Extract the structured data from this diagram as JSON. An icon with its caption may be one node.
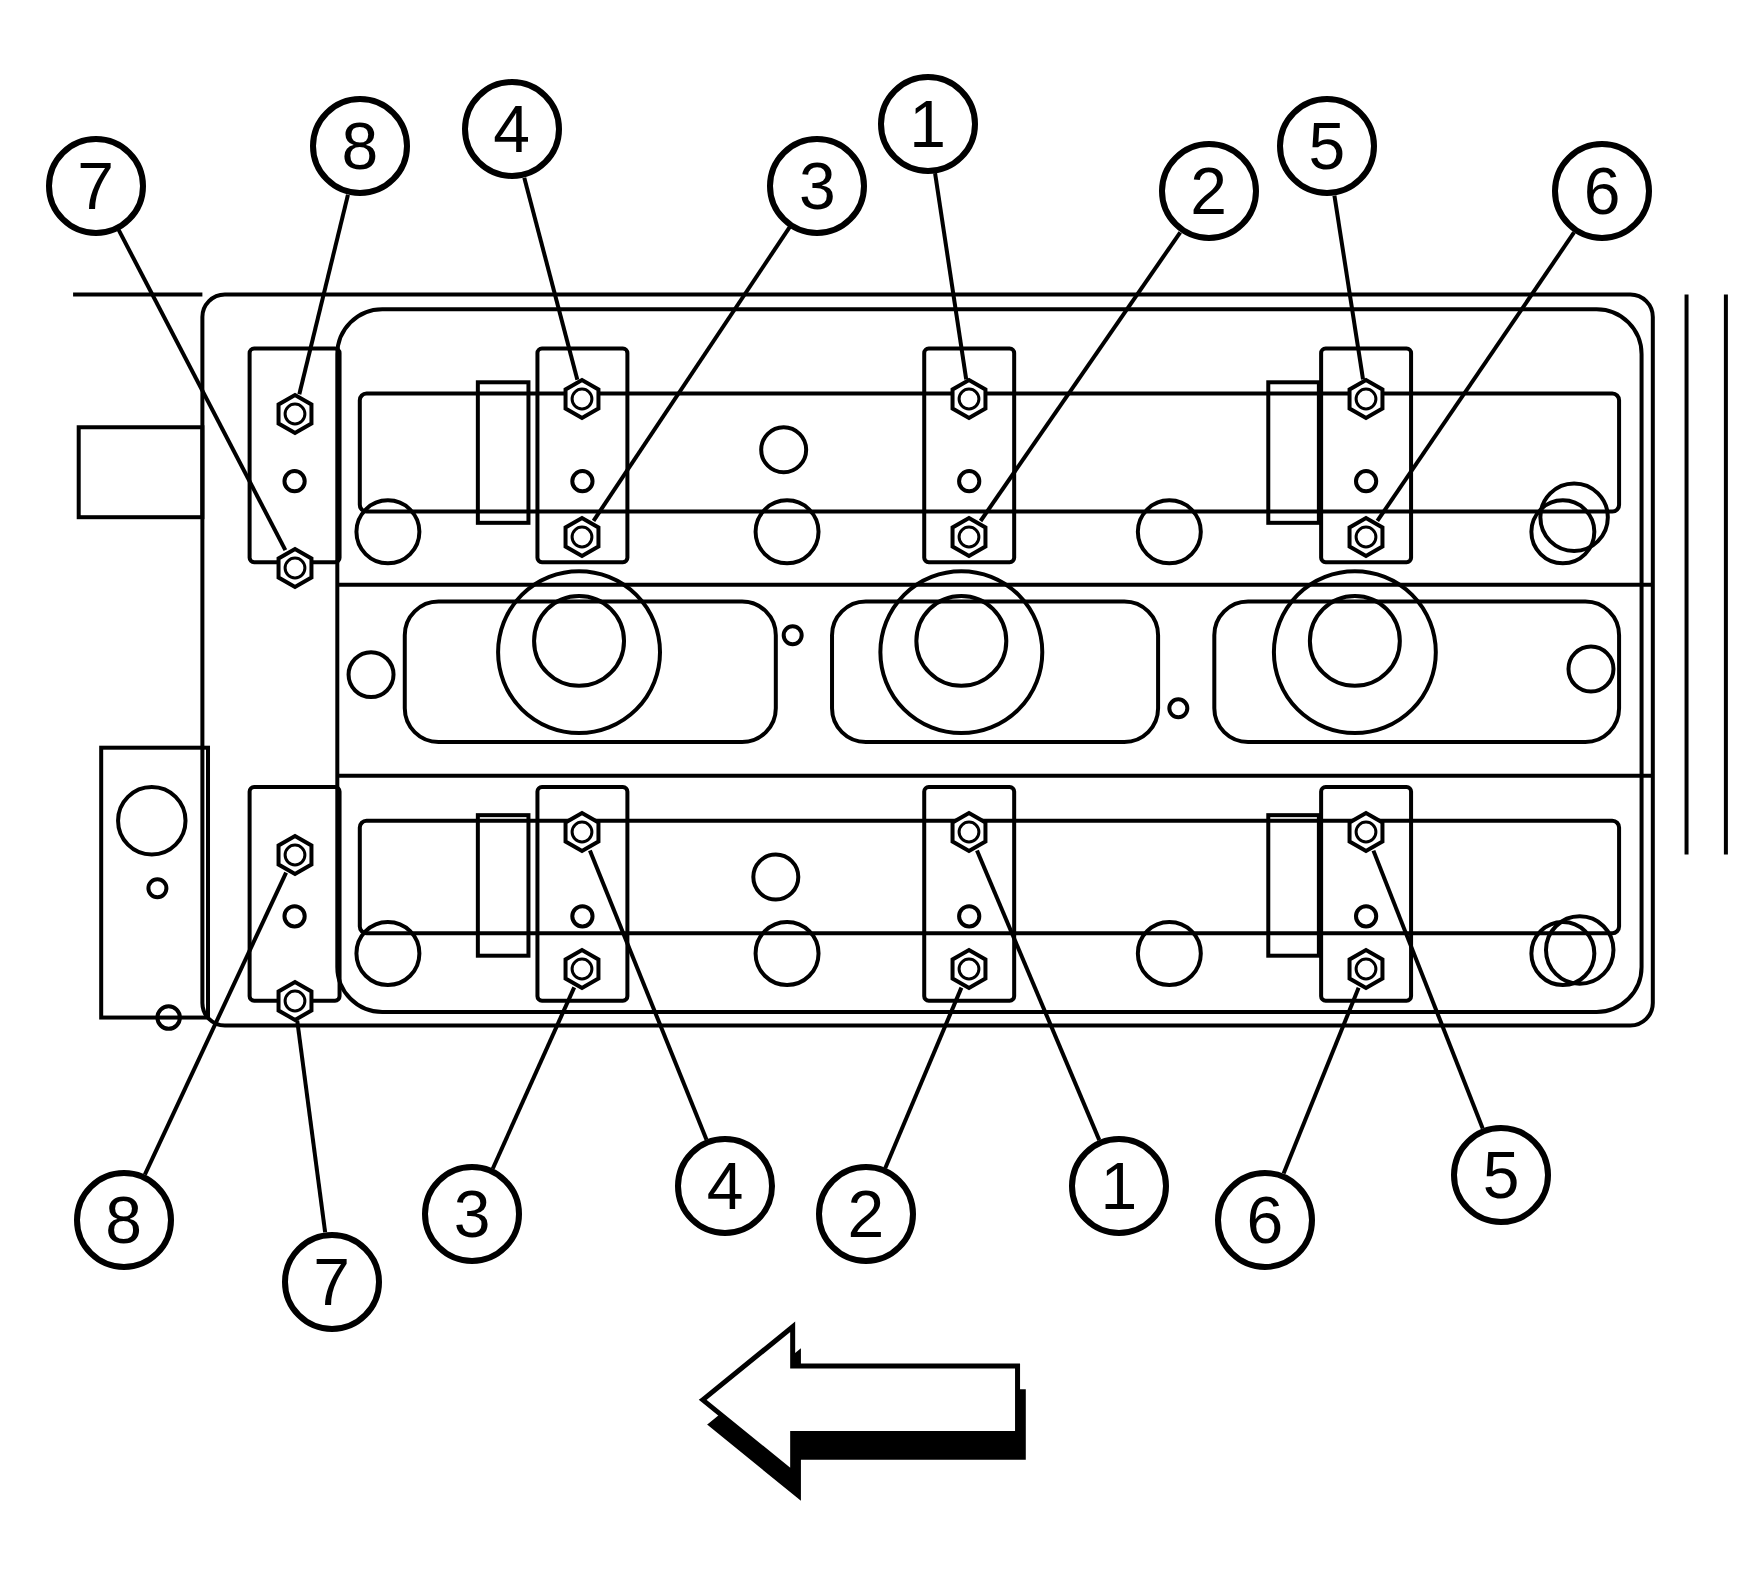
{
  "diagram": {
    "nodes": [
      {
        "text": [
          "7"
        ]
      },
      {
        "text": [
          "8"
        ]
      },
      {
        "text": [
          "4"
        ]
      },
      {
        "text": [
          "3"
        ]
      },
      {
        "text": [
          "1"
        ]
      },
      {
        "text": [
          "2"
        ]
      },
      {
        "text": [
          "5"
        ]
      },
      {
        "text": [
          "6"
        ]
      },
      {
        "text": [
          "8"
        ]
      },
      {
        "text": [
          "7"
        ]
      },
      {
        "text": [
          "3"
        ]
      },
      {
        "text": [
          "4"
        ]
      },
      {
        "text": [
          "2"
        ]
      },
      {
        "text": [
          "1"
        ]
      },
      {
        "text": [
          "6"
        ]
      },
      {
        "text": [
          "5"
        ]
      },
      {
        "text": [],
        "shape": "hexagon"
      },
      {
        "text": [],
        "shape": "hexagon"
      },
      {
        "text": [],
        "shape": "hexagon"
      },
      {
        "text": [],
        "shape": "hexagon"
      },
      {
        "text": [],
        "shape": "hexagon"
      },
      {
        "text": [],
        "shape": "hexagon"
      },
      {
        "text": [],
        "shape": "hexagon"
      },
      {
        "text": [],
        "shape": "hexagon"
      },
      {
        "text": [],
        "shape": "hexagon"
      },
      {
        "text": [],
        "shape": "hexagon"
      },
      {
        "text": [],
        "shape": "hexagon"
      },
      {
        "text": [],
        "shape": "hexagon"
      },
      {
        "text": [],
        "shape": "hexagon"
      },
      {
        "text": [],
        "shape": "hexagon"
      },
      {
        "text": [],
        "shape": "hexagon"
      },
      {
        "text": [],
        "shape": "hexagon"
      }
    ],
    "edges": [
      {
        "from": 0,
        "to": 16,
        "arrow": "none"
      },
      {
        "from": 1,
        "to": 17,
        "arrow": "none"
      },
      {
        "from": 2,
        "to": 18,
        "arrow": "none"
      },
      {
        "from": 3,
        "to": 19,
        "arrow": "none"
      },
      {
        "from": 4,
        "to": 20,
        "arrow": "none"
      },
      {
        "from": 5,
        "to": 21,
        "arrow": "none"
      },
      {
        "from": 6,
        "to": 22,
        "arrow": "none"
      },
      {
        "from": 7,
        "to": 23,
        "arrow": "none"
      },
      {
        "from": 8,
        "to": 24,
        "arrow": "none"
      },
      {
        "from": 9,
        "to": 25,
        "arrow": "none"
      },
      {
        "from": 10,
        "to": 26,
        "arrow": "none"
      },
      {
        "from": 11,
        "to": 27,
        "arrow": "none"
      },
      {
        "from": 12,
        "to": 28,
        "arrow": "none"
      },
      {
        "from": 13,
        "to": 29,
        "arrow": "none"
      },
      {
        "from": 14,
        "to": 30,
        "arrow": "none"
      },
      {
        "from": 15,
        "to": 31,
        "arrow": "none"
      }
    ]
  }
}
